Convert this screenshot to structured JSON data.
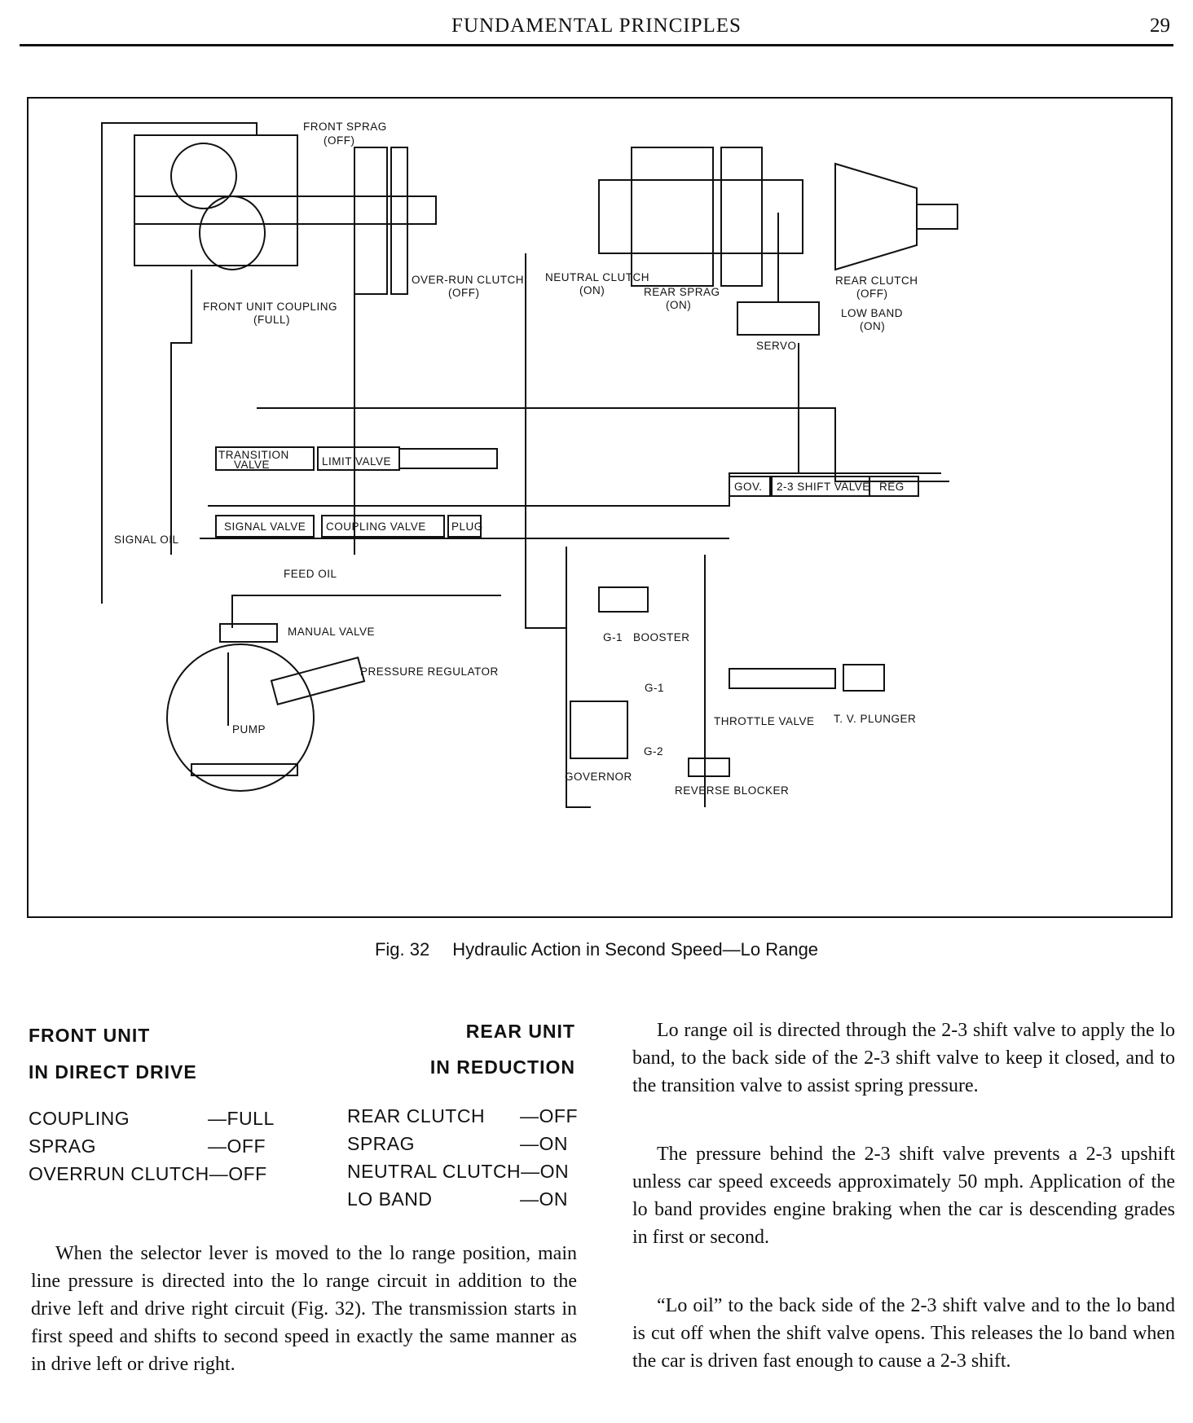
{
  "header": {
    "title": "FUNDAMENTAL PRINCIPLES",
    "page_number": "29"
  },
  "diagram": {
    "labels": {
      "front_sprag": "FRONT SPRAG",
      "front_sprag_state": "(OFF)",
      "front_unit_coupling": "FRONT UNIT COUPLING",
      "front_unit_coupling_state": "(FULL)",
      "overrun_clutch": "OVER-RUN CLUTCH",
      "overrun_clutch_state": "(OFF)",
      "neutral_clutch": "NEUTRAL CLUTCH",
      "neutral_clutch_state": "(ON)",
      "rear_sprag": "REAR SPRAG",
      "rear_sprag_state": "(ON)",
      "rear_clutch": "REAR CLUTCH",
      "rear_clutch_state": "(OFF)",
      "low_band": "LOW BAND",
      "low_band_state": "(ON)",
      "servo": "SERVO",
      "transition_valve_1": "TRANSITION",
      "transition_valve_2": "VALVE",
      "limit_valve": "LIMIT VALVE",
      "gov": "GOV.",
      "shift_valve": "2-3 SHIFT VALVE",
      "reg": "REG",
      "signal_oil": "SIGNAL OIL",
      "signal_valve": "SIGNAL VALVE",
      "coupling_valve": "COUPLING VALVE",
      "plug": "PLUG",
      "feed_oil": "FEED OIL",
      "manual_valve": "MANUAL VALVE",
      "g1_booster_g": "G-1",
      "booster": "BOOSTER",
      "pressure_regulator": "PRESSURE REGULATOR",
      "g1": "G-1",
      "pump": "PUMP",
      "throttle_valve": "THROTTLE VALVE",
      "tv_plunger": "T. V. PLUNGER",
      "g2": "G-2",
      "governor": "GOVERNOR",
      "reverse_blocker": "REVERSE BLOCKER"
    }
  },
  "caption": {
    "fig_number": "Fig. 32",
    "text": "Hydraulic Action in Second Speed—Lo Range"
  },
  "front_unit": {
    "heading_1": "FRONT UNIT",
    "heading_2": "IN DIRECT DRIVE",
    "rows": [
      {
        "name": "COUPLING",
        "value": "—FULL"
      },
      {
        "name": "SPRAG",
        "value": "—OFF"
      },
      {
        "name": "OVERRUN CLUTCH",
        "value": "—OFF"
      }
    ]
  },
  "rear_unit": {
    "heading_1": "REAR UNIT",
    "heading_2": "IN REDUCTION",
    "rows": [
      {
        "name": "REAR CLUTCH",
        "value": "—OFF"
      },
      {
        "name": "SPRAG",
        "value": "—ON"
      },
      {
        "name": "NEUTRAL CLUTCH",
        "value": "—ON"
      },
      {
        "name": "LO BAND",
        "value": "—ON"
      }
    ]
  },
  "body": {
    "left_paragraph": "When the selector lever is moved to the lo range position, main line pressure is directed into the lo range circuit in addition to the drive left and drive right circuit (Fig. 32). The transmission starts in first speed and shifts to second speed in exactly the same manner as in drive left or drive right.",
    "right_paragraph_1": "Lo range oil is directed through the 2-3 shift valve to apply the lo band, to the back side of the 2-3 shift valve to keep it closed, and to the transition valve to assist spring pressure.",
    "right_paragraph_2": "The pressure behind the 2-3 shift valve prevents a 2-3 upshift unless car speed exceeds approximately 50 mph. Application of the lo band provides engine braking when the car is descending grades in first or second.",
    "right_paragraph_3": "“Lo oil” to the back side of the 2-3 shift valve and to the lo band is cut off when the shift valve opens. This releases the lo band when the car is driven fast enough to cause a 2-3 shift."
  }
}
